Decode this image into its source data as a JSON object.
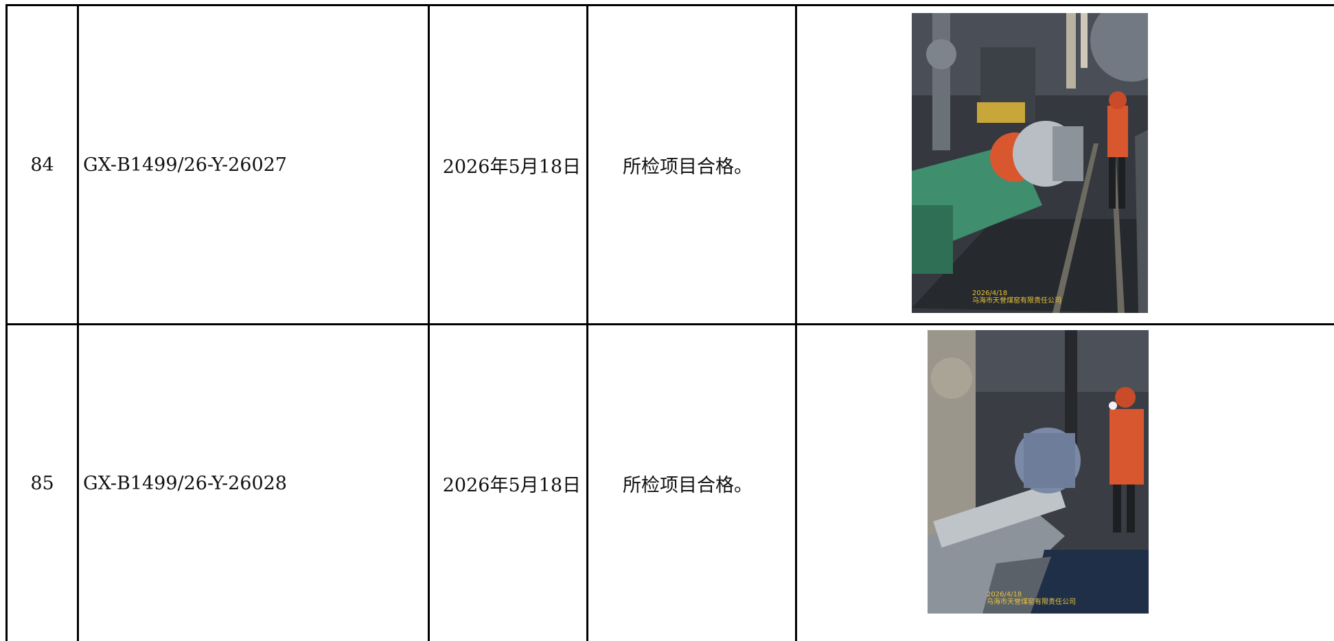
{
  "rows": [
    {
      "number": "84",
      "code": "GX-B1499/26-Y-26027",
      "date": "2026年5月18日",
      "result": "所检项目合格。",
      "photo": {
        "icon": "mine-pump-photo-icon",
        "watermark_date": "2026/4/18",
        "watermark_company": "乌海市天誉煤窑有限责任公司"
      }
    },
    {
      "number": "85",
      "code": "GX-B1499/26-Y-26028",
      "date": "2026年5月18日",
      "result": "所检项目合格。",
      "photo": {
        "icon": "mine-motor-photo-icon",
        "watermark_date": "2026/4/18",
        "watermark_company": "乌海市天誉煤窑有限责任公司"
      }
    }
  ],
  "colors": {
    "grid": "#000000",
    "background": "#ffffff",
    "watermark": "#e9c53b",
    "equipment_green": "#3f8f6e",
    "coverall_orange": "#d8572e"
  }
}
